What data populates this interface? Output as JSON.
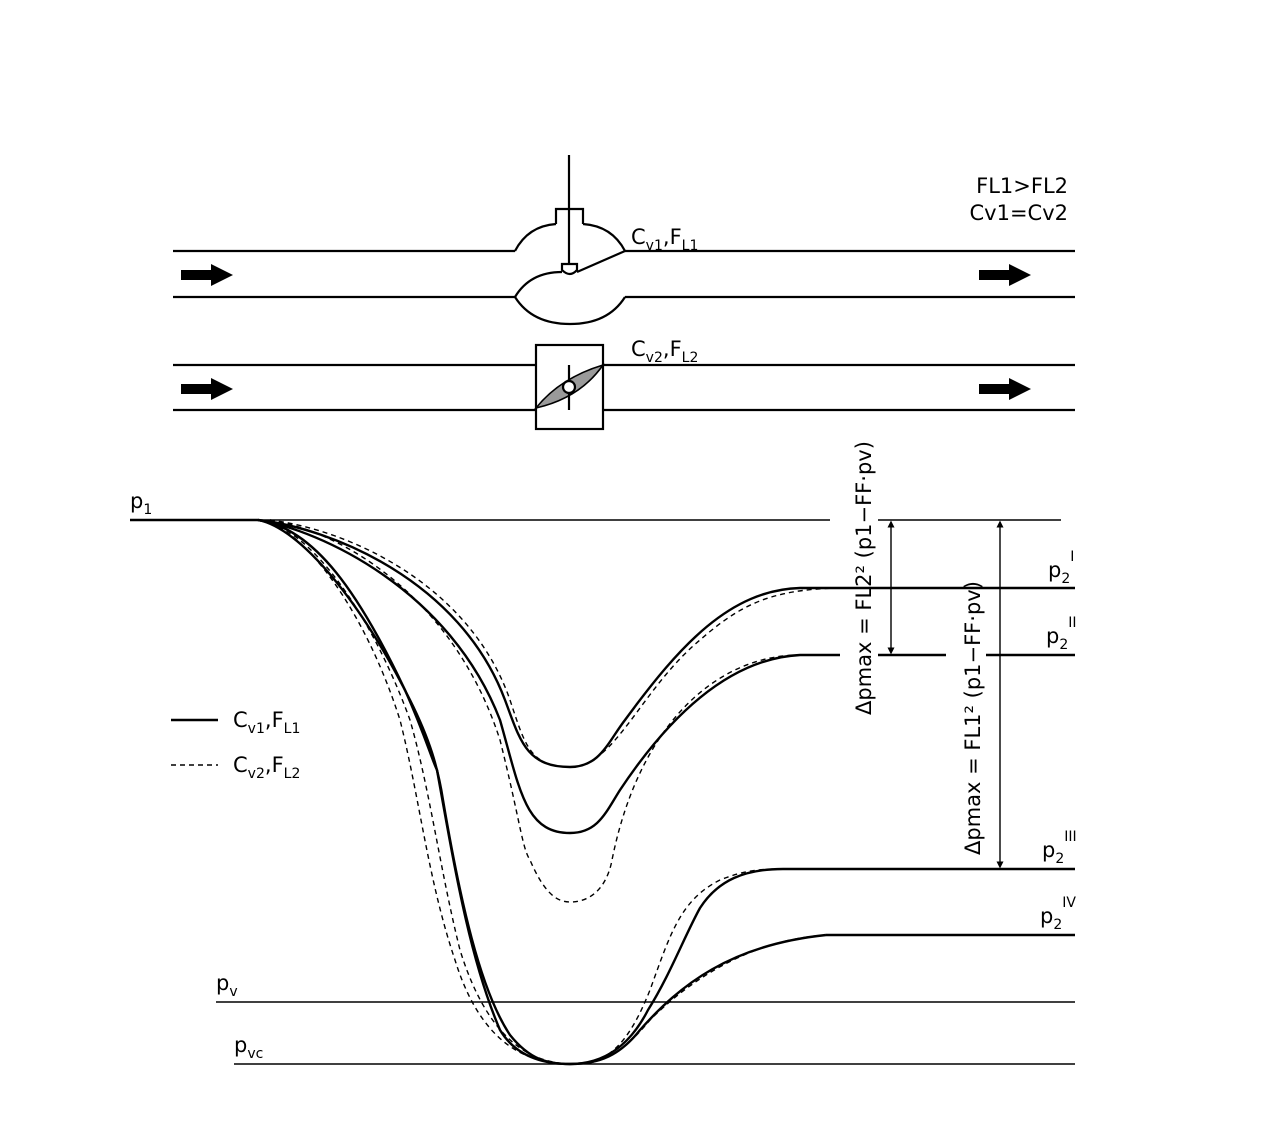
{
  "condition": {
    "line1": "FL1>FL2",
    "line2": "Cv1=Cv2"
  },
  "valves": {
    "globe": {
      "c": "C",
      "c_sub": "v1",
      "sep": ",",
      "f": "F",
      "f_sub": "L1"
    },
    "butterfly": {
      "c": "C",
      "c_sub": "v2",
      "sep": ",",
      "f": "F",
      "f_sub": "L2"
    }
  },
  "legend": {
    "solid": {
      "c": "C",
      "c_sub": "v1",
      "sep": ",",
      "f": "F",
      "f_sub": "L1"
    },
    "dashed": {
      "c": "C",
      "c_sub": "v2",
      "sep": ",",
      "f": "F",
      "f_sub": "L2"
    }
  },
  "levels": {
    "p1": {
      "base": "p",
      "sub": "1"
    },
    "pv": {
      "base": "p",
      "sub": "v"
    },
    "pvc": {
      "base": "p",
      "sub": "vc"
    },
    "p2_I": {
      "base": "p",
      "sub": "2",
      "sup": "I"
    },
    "p2_II": {
      "base": "p",
      "sub": "2",
      "sup": "II"
    },
    "p2_III": {
      "base": "p",
      "sub": "2",
      "sup": "III"
    },
    "p2_IV": {
      "base": "p",
      "sub": "2",
      "sup": "IV"
    }
  },
  "formulas": {
    "fl2": "Δpmax = FL2² (p1−FF·pv)",
    "fl1": "Δpmax = FL1² (p1−FF·pv)"
  },
  "colors": {
    "ink": "#000000",
    "background": "#ffffff"
  }
}
